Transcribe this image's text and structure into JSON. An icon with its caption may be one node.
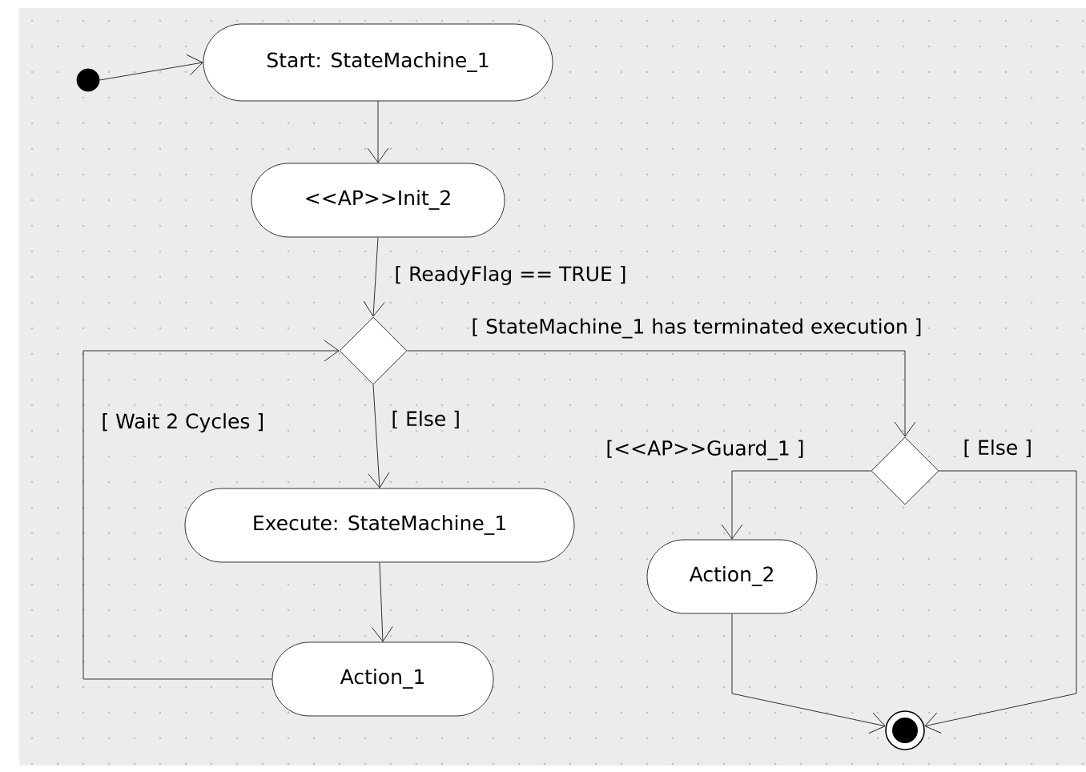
{
  "diagram": {
    "nodes": [
      {
        "text": [],
        "shape": "circle"
      },
      {
        "text": [
          "Start: StateMachine_1"
        ]
      },
      {
        "text": [
          "<<AP>>Init_2"
        ]
      },
      {
        "text": [],
        "shape": "diamond"
      },
      {
        "text": [
          "Execute: StateMachine_1"
        ]
      },
      {
        "text": [
          "Action_1"
        ]
      },
      {
        "text": [],
        "shape": "diamond"
      },
      {
        "text": [
          "Action_2"
        ]
      },
      {
        "text": [],
        "shape": "circle"
      }
    ],
    "edges": [
      {
        "from": 0,
        "to": 1,
        "arrow": "to"
      },
      {
        "from": 1,
        "to": 2,
        "arrow": "to"
      },
      {
        "from": 2,
        "to": 3,
        "arrow": "to",
        "label": "[ ReadyFlag == TRUE ]"
      },
      {
        "from": 3,
        "to": 4,
        "arrow": "to",
        "label": "[ Else ]"
      },
      {
        "from": 4,
        "to": 5,
        "arrow": "to"
      },
      {
        "from": 5,
        "to": 3,
        "arrow": "to",
        "label": "[ Wait 2 Cycles ]"
      },
      {
        "from": 3,
        "to": 6,
        "arrow": "to",
        "label": "[ StateMachine_1 has terminated execution ]"
      },
      {
        "from": 6,
        "to": 7,
        "arrow": "to",
        "label": "[<<AP>>Guard_1 ]"
      },
      {
        "from": 6,
        "to": 8,
        "arrow": "to",
        "label": "[ Else ]"
      },
      {
        "from": 7,
        "to": 8,
        "arrow": "to"
      }
    ]
  }
}
